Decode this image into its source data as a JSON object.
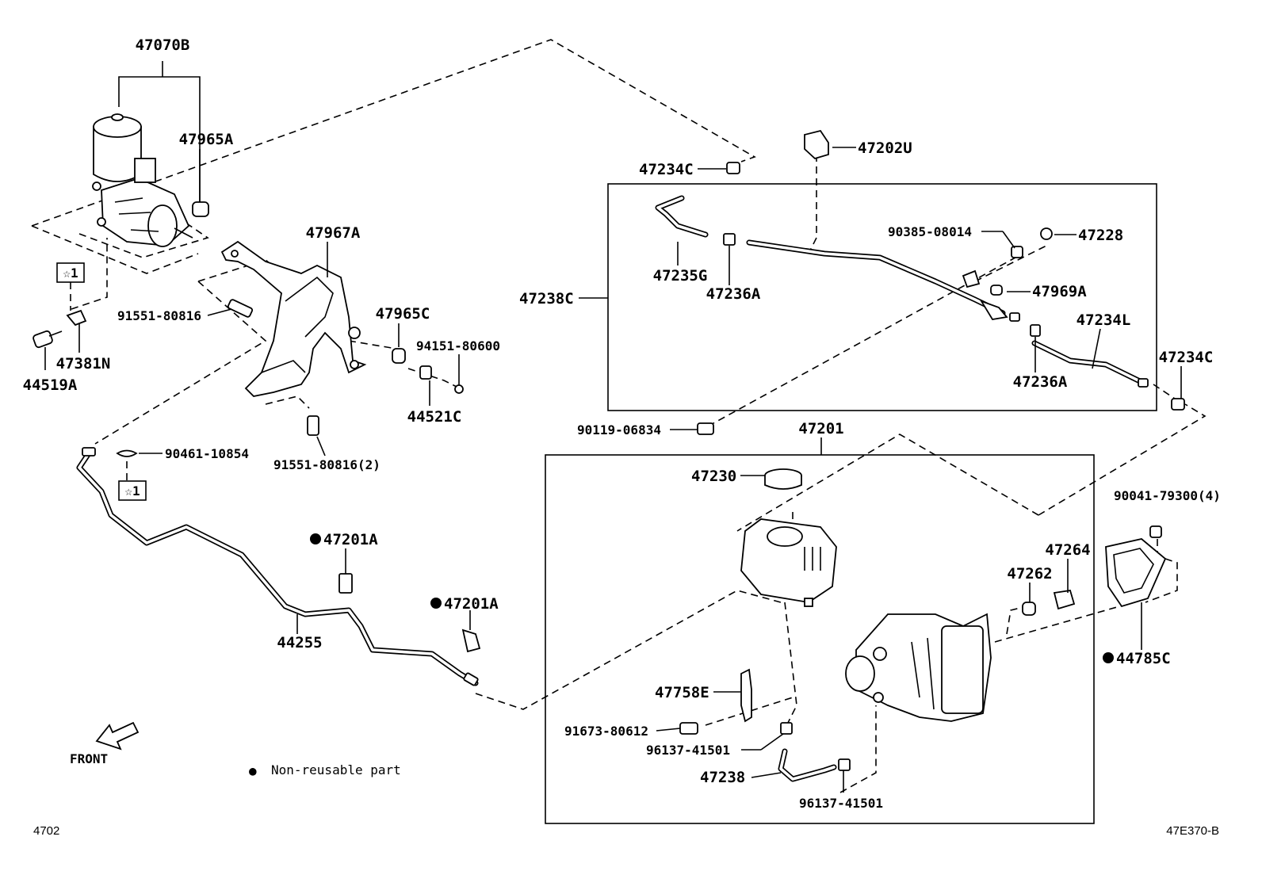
{
  "labels": {
    "p47070B": "47070B",
    "p47965A": "47965A",
    "p47967A": "47967A",
    "p91551_80816": "91551-80816",
    "p47965C": "47965C",
    "p94151_80600": "94151-80600",
    "p44521C": "44521C",
    "p91551_80816_2": "91551-80816(2)",
    "p47381N": "47381N",
    "p44519A": "44519A",
    "p90461_10854": "90461-10854",
    "p47201A_1": "47201A",
    "p47201A_2": "47201A",
    "p44255": "44255",
    "p47234C_1": "47234C",
    "p47202U": "47202U",
    "p90385_08014": "90385-08014",
    "p47228": "47228",
    "p47235G": "47235G",
    "p47236A_1": "47236A",
    "p47238C": "47238C",
    "p47969A": "47969A",
    "p47234L": "47234L",
    "p47234C_2": "47234C",
    "p47236A_2": "47236A",
    "p90119_06834": "90119-06834",
    "p47201": "47201",
    "p47230": "47230",
    "p90041_79300_4": "90041-79300(4)",
    "p47264": "47264",
    "p47262": "47262",
    "p44785C": "44785C",
    "p47758E": "47758E",
    "p91673_80612": "91673-80612",
    "p96137_41501_1": "96137-41501",
    "p47238": "47238",
    "p96137_41501_2": "96137-41501"
  },
  "star_marks": [
    "☆1",
    "☆1"
  ],
  "front_label": "FRONT",
  "legend": {
    "symbol": "●",
    "text": "Non-reusable part"
  },
  "footer": {
    "left_code": "4702",
    "right_code": "47E370-B"
  }
}
